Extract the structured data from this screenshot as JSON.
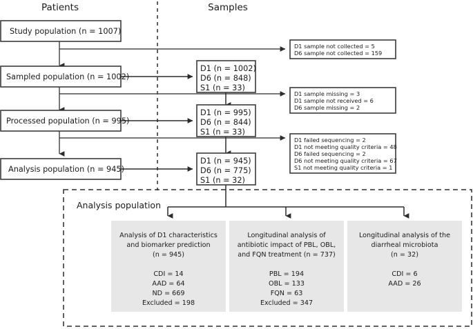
{
  "columns": {
    "patients": "Patients",
    "samples": "Samples"
  },
  "patient_boxes": [
    {
      "label": "Study population (n = 1007)"
    },
    {
      "label": "Sampled population (n = 1002)"
    },
    {
      "label": "Processed population (n = 995)"
    },
    {
      "label": "Analysis population (n = 945)"
    }
  ],
  "sample_boxes": [
    {
      "line1": "D1 (n = 1002)",
      "line2": "D6 (n = 848)",
      "line3": "S1 (n = 33)"
    },
    {
      "line1": "D1 (n = 995)",
      "line2": "D6 (n = 844)",
      "line3": "S1 (n = 33)"
    },
    {
      "line1": "D1 (n = 945)",
      "line2": "D6 (n = 775)",
      "line3": "S1 (n = 32)"
    }
  ],
  "exclusion_boxes": [
    {
      "lines": [
        "D1 sample not collected = 5",
        "D6 sample not collected = 159"
      ]
    },
    {
      "lines": [
        "D1 sample missing = 3",
        "D1 sample not received = 6",
        "D6 sample missing = 2"
      ]
    },
    {
      "lines": [
        "D1 failed sequencing = 2",
        "D1 not meeting quality criteria = 48",
        "D6 failed sequencing = 2",
        "D6 not meeting quality criteria = 67",
        "S1 not meeting quality criteria = 1"
      ]
    }
  ],
  "analysis_region": {
    "title": "Analysis population",
    "panels": [
      {
        "heading": [
          "Analysis of D1 characteristics",
          "and biomarker prediction",
          "(n = 945)"
        ],
        "stats": [
          "CDI = 14",
          "AAD = 64",
          "ND = 669",
          "Excluded = 198"
        ]
      },
      {
        "heading": [
          "Longitudinal analysis of",
          "antibiotic impact of PBL, OBL,",
          "and FQN treatment (n = 737)"
        ],
        "stats": [
          "PBL = 194",
          "OBL = 133",
          "FQN = 63",
          "Excluded = 347"
        ]
      },
      {
        "heading": [
          "Longitudinal analysis of the",
          "diarrheal microbiota",
          "(n = 32)"
        ],
        "stats": [
          "CDI = 6",
          "AAD = 26"
        ]
      }
    ]
  },
  "colors": {
    "panel_fill": "#e7e7e7",
    "box_stroke": "#3a3a3a",
    "connector": "#4a4a4a",
    "text": "#1a1a1a"
  }
}
